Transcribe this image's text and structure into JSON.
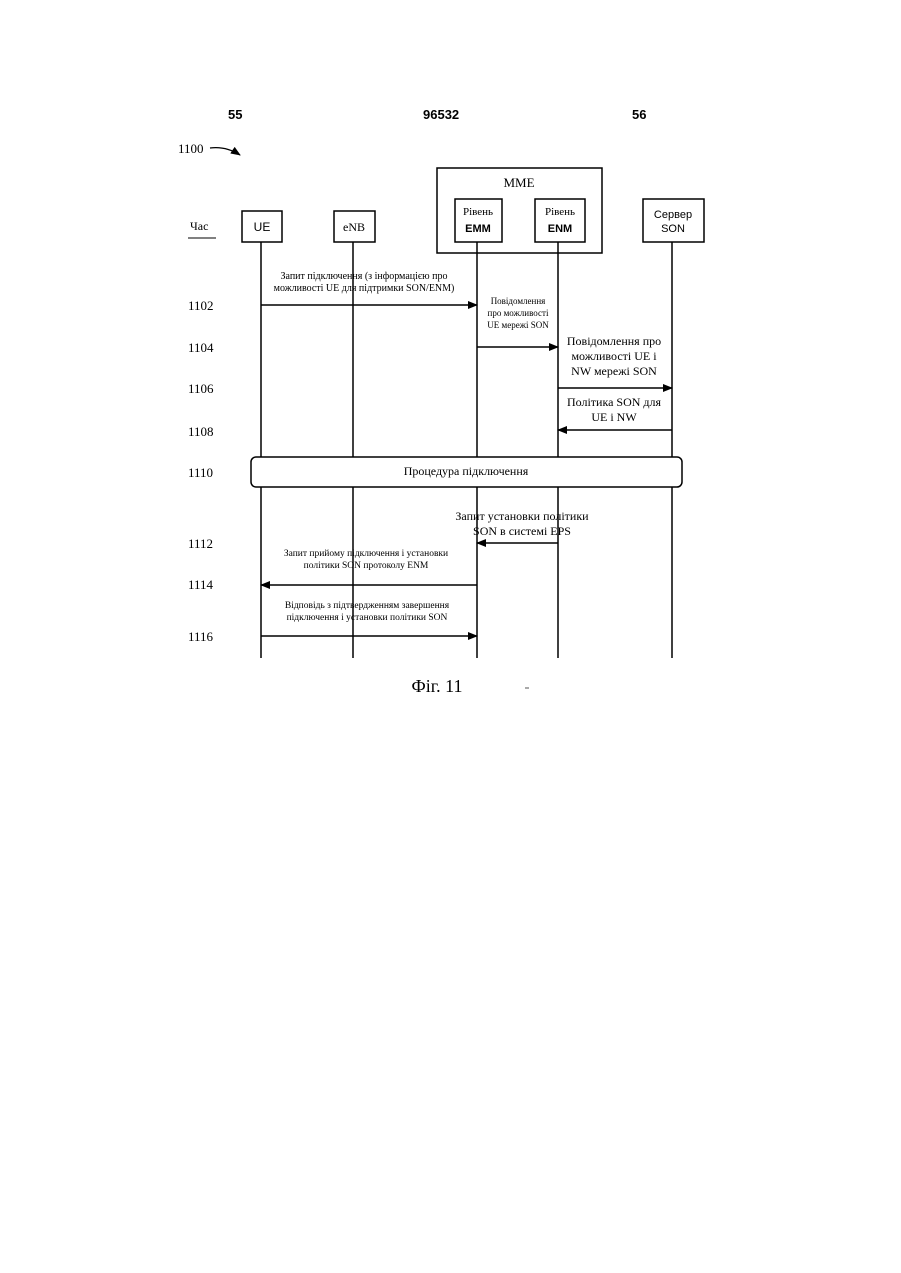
{
  "header": {
    "page_left": "55",
    "patent_number": "96532",
    "page_right": "56"
  },
  "figure": {
    "reference": "1100",
    "caption": "Фіг. 11",
    "time_label": "Час",
    "group": {
      "label": "MME"
    },
    "entities": {
      "ue": [
        "UE"
      ],
      "enb": [
        "eNB"
      ],
      "emm": [
        "Рівень",
        "EMM"
      ],
      "enm": [
        "Рівень",
        "ENM"
      ],
      "son": [
        "Сервер",
        "SON"
      ]
    },
    "steps": [
      {
        "id": "1102",
        "lines": [
          "Запит підключення (з інформацією про",
          "можливості UE для підтримки SON/ENM)"
        ]
      },
      {
        "id": "1104",
        "lines": [
          "Повідомлення",
          "про можливості",
          "UE мережі SON"
        ]
      },
      {
        "id": "1106",
        "lines": [
          "Повідомлення про",
          "можливості UE і",
          "NW мережі SON"
        ]
      },
      {
        "id": "1108",
        "lines": [
          "Політика SON для",
          "UE і NW"
        ]
      },
      {
        "id": "1110",
        "lines": [
          "Процедура підключення"
        ]
      },
      {
        "id": "1112",
        "lines": [
          "Запит установки політики",
          "SON в системі EPS"
        ]
      },
      {
        "id": "1114",
        "lines": [
          "Запит прийому підключення і установки",
          "політики SON протоколу ENM"
        ]
      },
      {
        "id": "1116",
        "lines": [
          "Відповідь з підтвердженням завершення",
          "підключення і установки політики SON"
        ]
      }
    ]
  }
}
